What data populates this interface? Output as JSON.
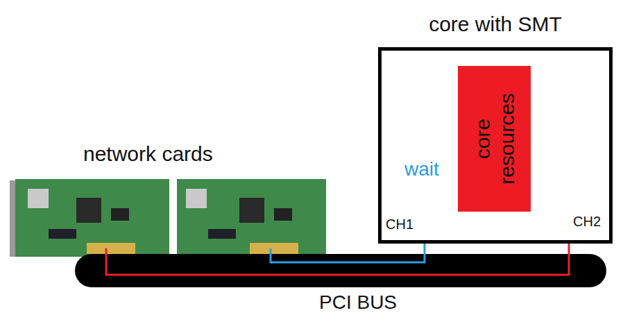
{
  "diagram": {
    "nodes": [
      {
        "text": [
          "core with SMT"
        ]
      },
      {
        "text": [
          "core resources"
        ],
        "in": 0
      }
    ],
    "labels": [
      "network cards",
      "wait",
      "CH1",
      "CH2",
      "PCI BUS"
    ]
  }
}
